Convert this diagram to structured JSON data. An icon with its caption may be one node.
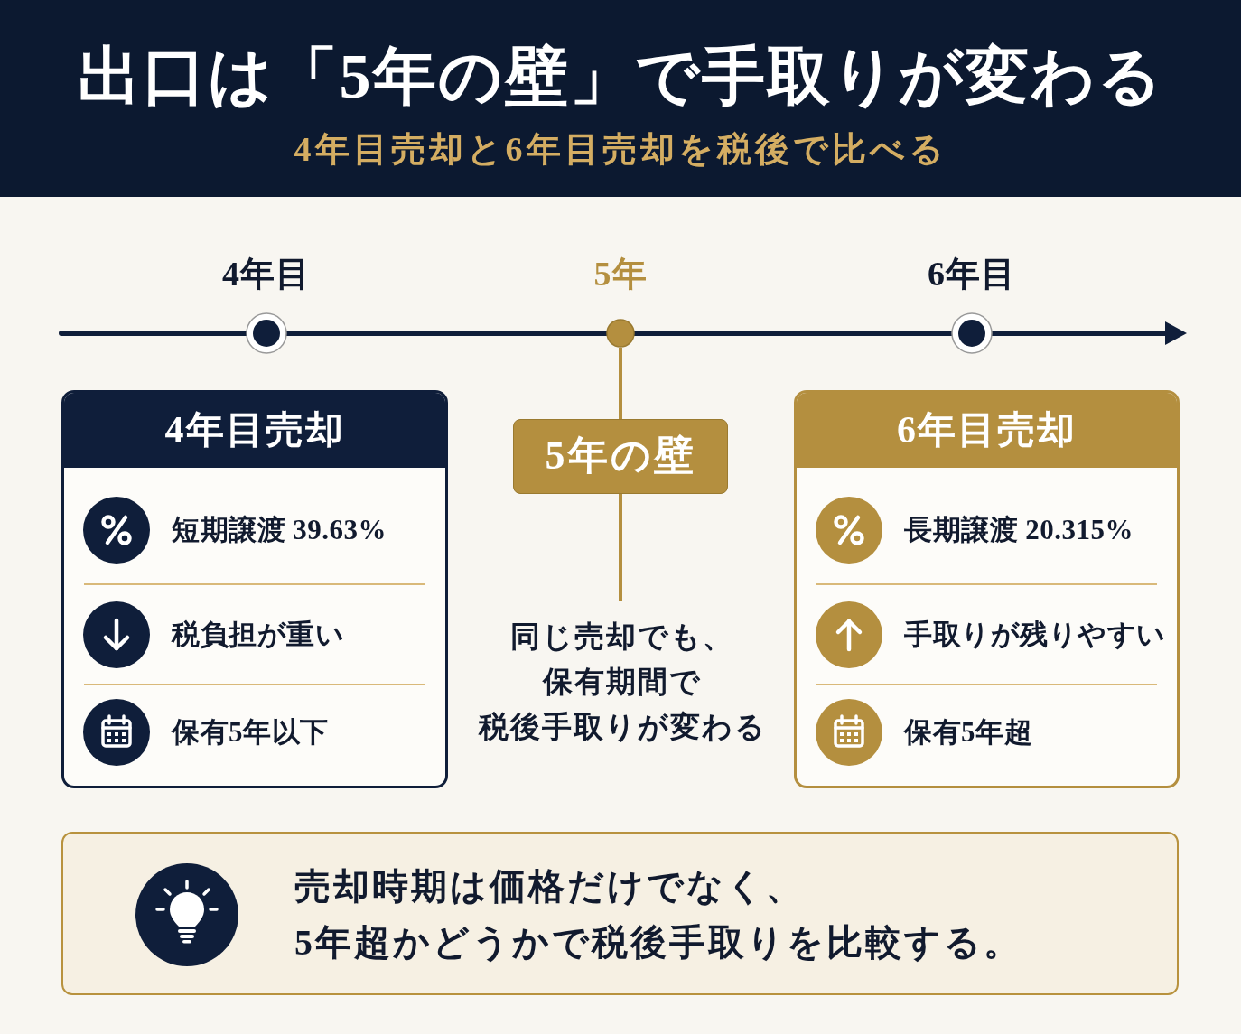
{
  "diagram": {
    "title": "出口は「5年の壁」で手取りが変わる",
    "nodes": [
      {
        "text": [
          "4年目"
        ]
      },
      {
        "text": [
          "5年"
        ]
      },
      {
        "text": [
          "6年目"
        ]
      },
      {
        "text": [
          "4年目売却",
          "短期譲渡 39.63%",
          "税負担が重い",
          "保有5年以下"
        ]
      },
      {
        "text": [
          "5年の壁"
        ]
      },
      {
        "text": [
          "同じ売却でも、保有期間で税後手取りが変わる"
        ]
      },
      {
        "text": [
          "6年目売却",
          "長期譲渡 20.315%",
          "手取りが残りやすい",
          "保有5年超"
        ]
      },
      {
        "text": [
          "売却時期は価格だけでなく、5年超かどうかで税後手取りを比較する。"
        ]
      }
    ],
    "edges": [
      {
        "from": 1,
        "to": 4,
        "arrow": "none"
      },
      {
        "from": 4,
        "to": 5,
        "arrow": "none"
      }
    ],
    "labels": [
      "4年目売却と6年目売却を税後で比べる"
    ]
  }
}
